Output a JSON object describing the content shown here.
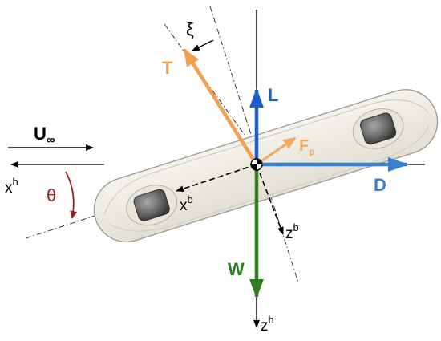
{
  "labels": {
    "xi": "ξ",
    "thrust": "T",
    "lift": "L",
    "drag": "D",
    "weight": "W",
    "pitch_force_main": "F",
    "pitch_force_sub": "p",
    "freestream_main": "U",
    "freestream_sub": "∞",
    "theta": "θ",
    "xh_main": "x",
    "xh_sup": "h",
    "xb_main": "x",
    "xb_sup": "b",
    "zb_main": "z",
    "zb_sup": "b",
    "zh_main": "z",
    "zh_sup": "h"
  },
  "colors": {
    "thrust": "#F0A050",
    "lift": "#1A5FC8",
    "drag": "#3A7FD0",
    "weight": "#2E7D1F",
    "pitch_force": "#F5A860",
    "theta": "#9B1B1B",
    "axes": "#000000",
    "hull": "#ECEAE2"
  }
}
